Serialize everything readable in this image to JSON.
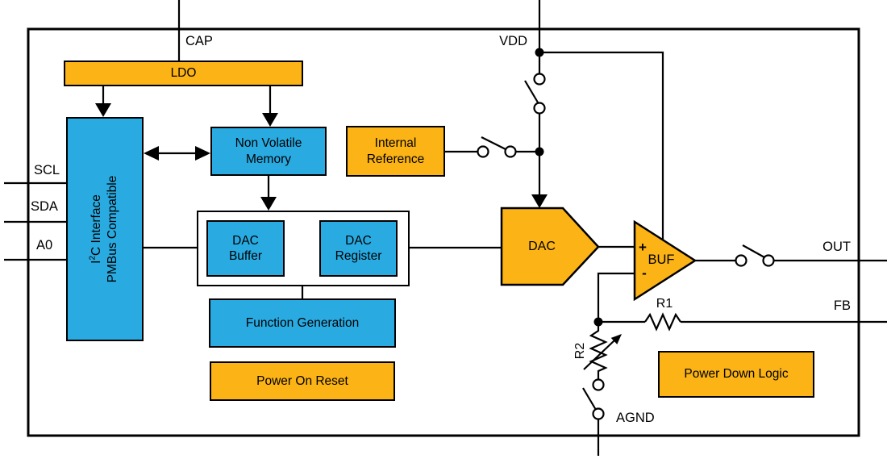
{
  "colors": {
    "orange": "#FBB316",
    "blue": "#29ABE2",
    "line": "#000000",
    "bg": "#FFFFFF"
  },
  "pins": {
    "cap": "CAP",
    "vdd": "VDD",
    "scl": "SCL",
    "sda": "SDA",
    "a0": "A0",
    "out": "OUT",
    "fb": "FB",
    "agnd": "AGND"
  },
  "blocks": {
    "ldo": "LDO",
    "i2c": {
      "pre": "I",
      "sup": "2",
      "post": "C Interface",
      "line2": "PMBus Compatible"
    },
    "nvm": "Non Volatile Memory",
    "internal_reference": "Internal Reference",
    "dac_buffer": "DAC Buffer",
    "dac_register": "DAC Register",
    "function_generation": "Function Generation",
    "power_on_reset": "Power On Reset",
    "power_down_logic": "Power Down Logic",
    "dac": "DAC",
    "buf": "BUF",
    "buf_plus": "+",
    "buf_minus": "-"
  },
  "resistors": {
    "r1": "R1",
    "r2": "R2"
  }
}
